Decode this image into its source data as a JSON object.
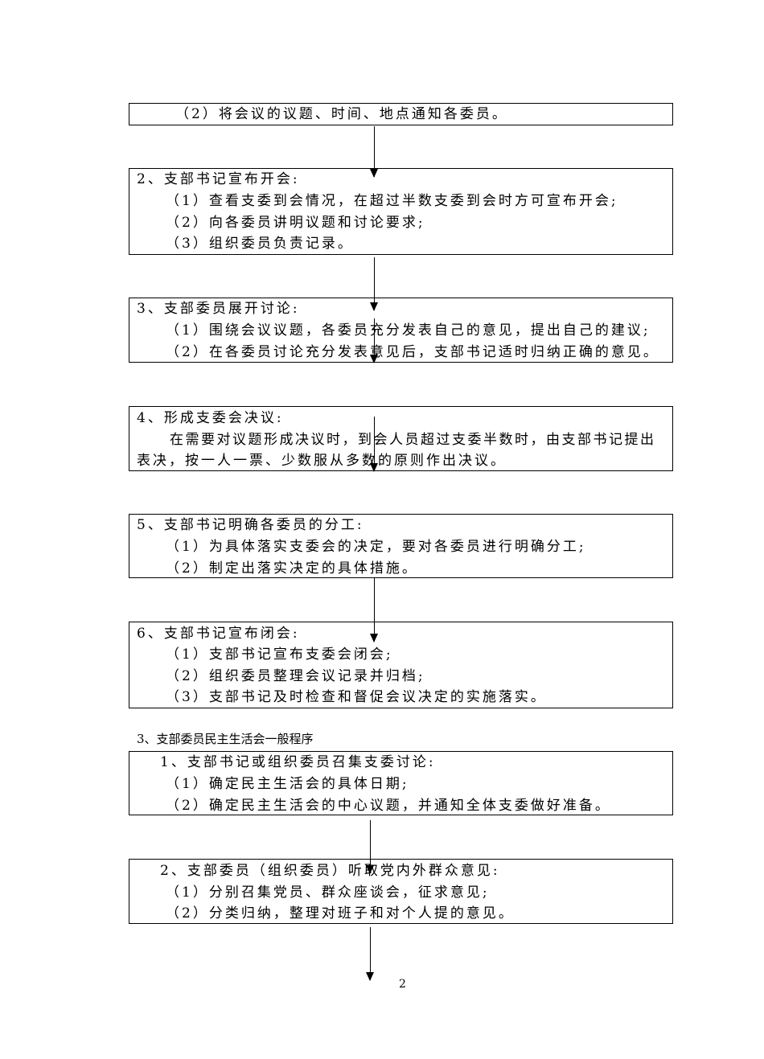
{
  "section2_boxes": [
    {
      "lines": [
        "（2）将会议的议题、时间、地点通知各委员。"
      ]
    },
    {
      "lines": [
        "2、支部书记宣布开会:",
        "（1）查看支委到会情况，在超过半数支委到会时方可宣布开会;",
        "（2）向各委员讲明议题和讨论要求;",
        "（3）组织委员负责记录。"
      ]
    },
    {
      "lines": [
        "3、支部委员展开讨论:",
        "（1）围绕会议议题，各委员充分发表自己的意见，提出自己的建议;",
        "（2）在各委员讨论充分发表意见后，支部书记适时归纳正确的意见。"
      ]
    },
    {
      "lines": [
        "4、形成支委会决议:",
        "在需要对议题形成决议时，到会人员超过支委半数时，由支部书记提出",
        "表决，按一人一票、少数服从多数的原则作出决议。"
      ]
    },
    {
      "lines": [
        "5、支部书记明确各委员的分工:",
        "（1）为具体落实支委会的决定，要对各委员进行明确分工;",
        "（2）制定出落实决定的具体措施。"
      ]
    },
    {
      "lines": [
        "6、支部书记宣布闭会:",
        "（1）支部书记宣布支委会闭会;",
        "（2）组织委员整理会议记录并归档;",
        "（3）支部书记及时检查和督促会议决定的实施落实。"
      ]
    }
  ],
  "section3_heading": "3、支部委员民主生活会一般程序",
  "section3_boxes": [
    {
      "lines": [
        "1、支部书记或组织委员召集支委讨论:",
        "（1）确定民主生活会的具体日期;",
        "（2）确定民主生活会的中心议题，并通知全体支委做好准备。"
      ]
    },
    {
      "lines": [
        "2、支部委员（组织委员）听取党内外群众意见:",
        "（1）分别召集党员、群众座谈会，征求意见;",
        "（2）分类归纳，整理对班子和对个人提的意见。"
      ]
    }
  ],
  "page_number": "2"
}
